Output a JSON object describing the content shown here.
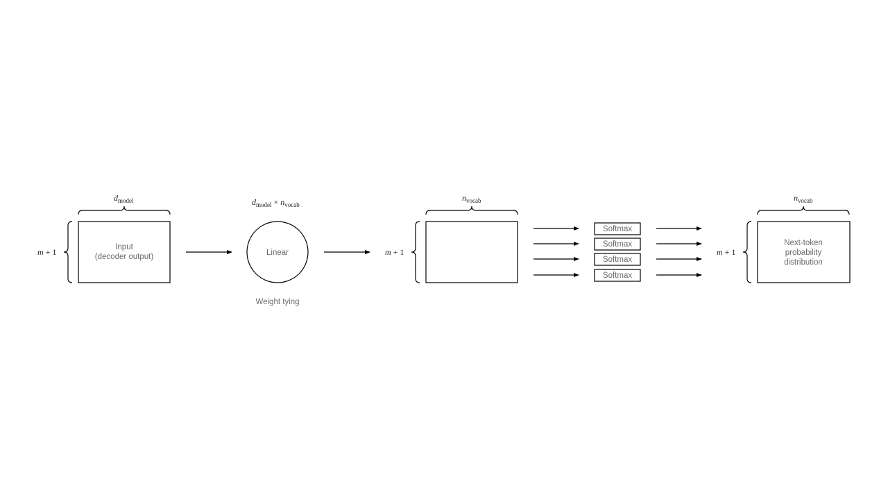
{
  "input": {
    "label_line1": "Input",
    "label_line2": "(decoder output)",
    "dim_top": {
      "var": "d",
      "sub": "model"
    },
    "dim_left": {
      "var": "m",
      "op": "+ 1"
    }
  },
  "linear": {
    "label": "Linear",
    "caption": "Weight tying",
    "dim_top": {
      "var1": "d",
      "sub1": "model",
      "times": "×",
      "var2": "n",
      "sub2": "vocab"
    }
  },
  "logits": {
    "dim_top": {
      "var": "n",
      "sub": "vocab"
    },
    "dim_left": {
      "var": "m",
      "op": "+ 1"
    }
  },
  "softmax": {
    "labels": [
      "Softmax",
      "Softmax",
      "Softmax",
      "Softmax"
    ]
  },
  "output": {
    "label_line1": "Next-token",
    "label_line2": "probability",
    "label_line3": "distribution",
    "dim_top": {
      "var": "n",
      "sub": "vocab"
    },
    "dim_left": {
      "var": "m",
      "op": "+ 1"
    }
  }
}
